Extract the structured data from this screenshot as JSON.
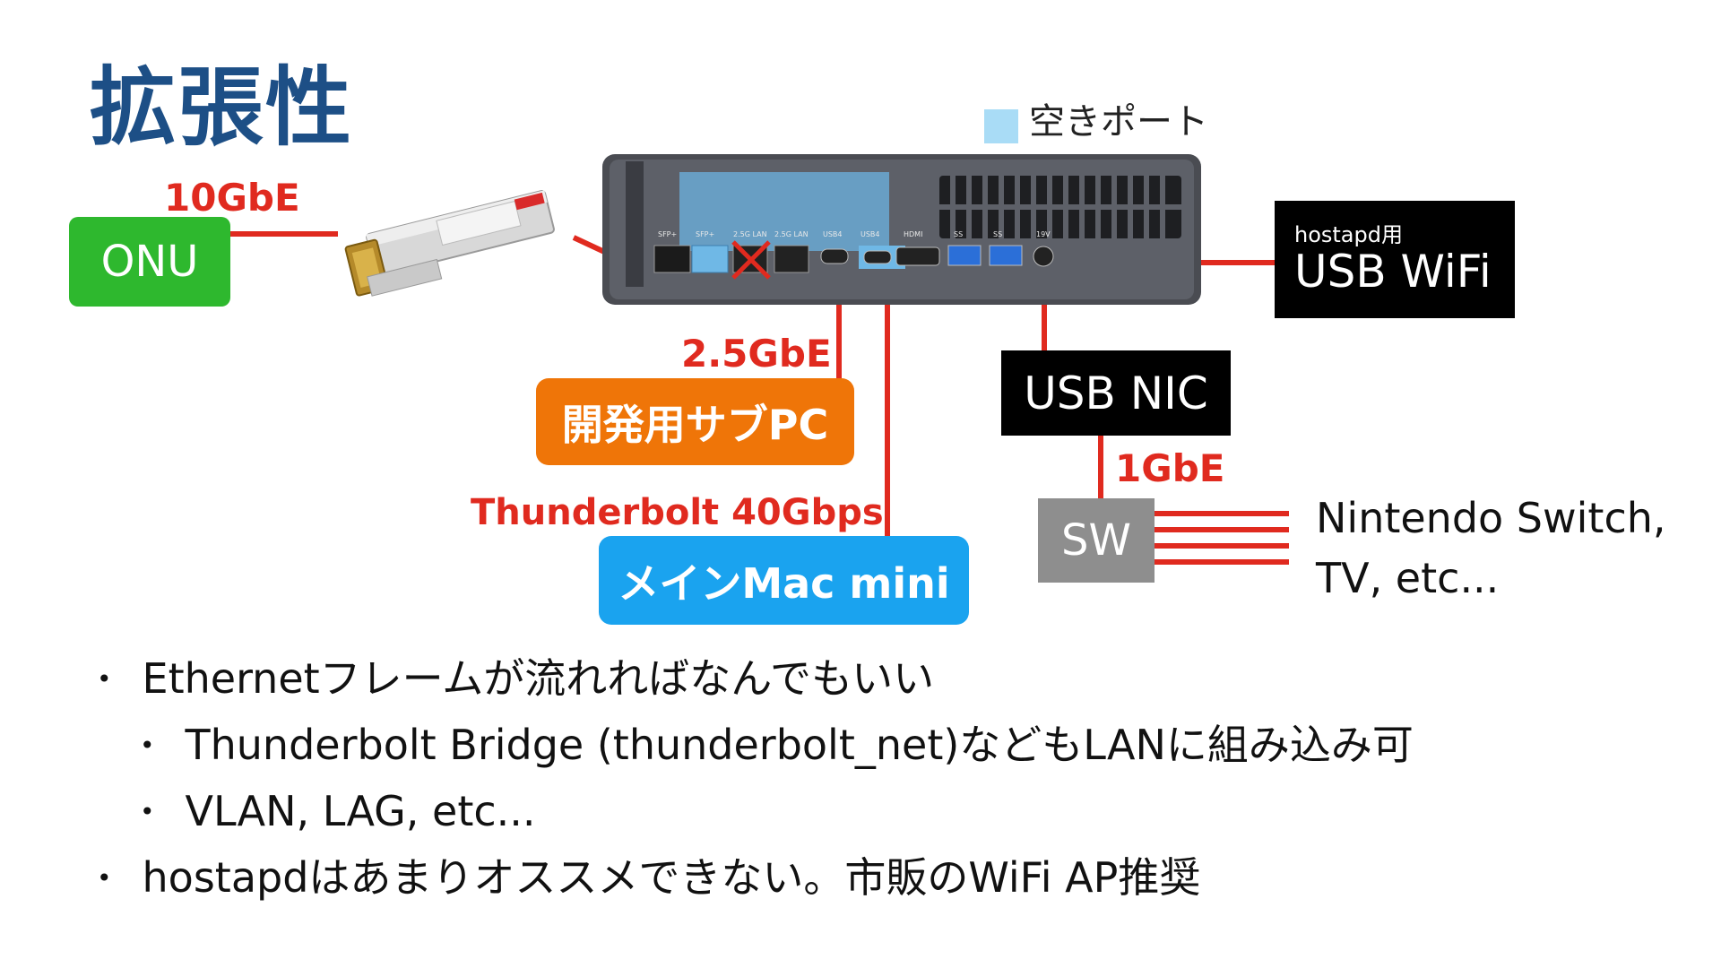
{
  "title": "拡張性",
  "legend": {
    "label": "空きポート",
    "color": "#a9dcf6"
  },
  "nodes": {
    "onu": "ONU",
    "sub_pc": "開発用サブPC",
    "main_mac": "メインMac mini",
    "usb_nic": "USB NIC",
    "usb_wifi_sub": "hostapd用",
    "usb_wifi": "USB WiFi",
    "sw": "SW",
    "devices_line1": "Nintendo Switch,",
    "devices_line2": "TV, etc..."
  },
  "links": {
    "onu": "10GbE",
    "sub_pc": "2.5GbE",
    "main_mac": "Thunderbolt 40Gbps",
    "sw": "1GbE"
  },
  "device": {
    "ports": [
      "SFP+",
      "SFP+",
      "2.5G LAN",
      "2.5G LAN",
      "USB4",
      "USB4",
      "HDMI",
      "SS",
      "SS",
      "19V"
    ]
  },
  "bullets": [
    {
      "text": "Ethernetフレームが流れればなんでもいい",
      "children": [
        "Thunderbolt Bridge (thunderbolt_net)などもLANに組み込み可",
        "VLAN, LAG, etc..."
      ]
    },
    {
      "text": "hostapdはあまりオススメできない。市販のWiFi AP推奨"
    }
  ],
  "colors": {
    "title": "#1d4f86",
    "link_red": "#e02a1f",
    "onu": "#2eb82e",
    "sub_pc": "#ef7508",
    "main_mac": "#1aa3ef",
    "black_box": "#000000",
    "sw": "#8e8e8e"
  }
}
